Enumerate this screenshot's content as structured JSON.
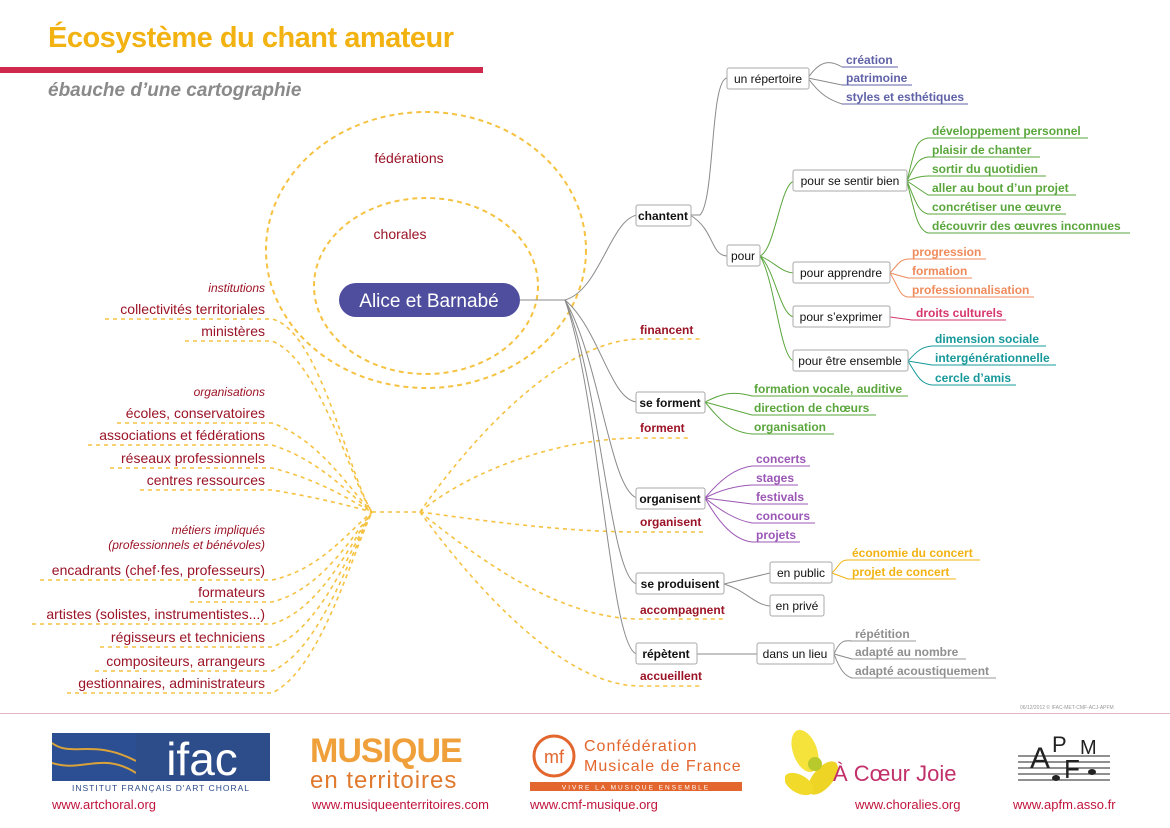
{
  "header": {
    "title": "Écosystème du chant amateur",
    "subtitle": "ébauche d’une cartographie",
    "credit": "06/12/2012 © IFAC-MET-CMF-ACJ-APFM"
  },
  "colors": {
    "title": "#f2b312",
    "title_bar": "#d0294e",
    "subtitle": "#8a8a8a",
    "dark_red": "#9b1326",
    "dashed": "#f5c242",
    "center_node": "#4f4e9e",
    "blue": "#6062a8",
    "green": "#5aa63c",
    "orange": "#ef8b5b",
    "pink": "#d6366b",
    "teal": "#17989a",
    "purple": "#9b57b5",
    "gold": "#f2b312",
    "grey": "#8f8f8f"
  },
  "center": {
    "label": "Alice et Barnabé"
  },
  "circles": {
    "outer": "fédérations",
    "inner": "chorales"
  },
  "left_groups": [
    {
      "heading": "institutions",
      "items": [
        "collectivités territoriales",
        "ministères"
      ]
    },
    {
      "heading": "organisations",
      "items": [
        "écoles, conservatoires",
        "associations et fédérations",
        "réseaux professionnels",
        "centres ressources"
      ]
    },
    {
      "heading": "métiers impliqués",
      "heading2": "(professionnels et bénévoles)",
      "items": [
        "encadrants (chef·fes, professeurs)",
        "formateurs",
        "artistes (solistes, instrumentistes...)",
        "régisseurs et techniciens",
        "compositeurs, arrangeurs",
        "gestionnaires, administrateurs"
      ]
    }
  ],
  "relations": [
    "financent",
    "forment",
    "organisent",
    "accompagnent",
    "accueillent"
  ],
  "branches": {
    "chantent": {
      "label": "chantent",
      "repertoire": {
        "label": "un répertoire",
        "items": [
          "création",
          "patrimoine",
          "styles et esthétiques"
        ]
      },
      "pour": {
        "label": "pour",
        "sentir_bien": {
          "label": "pour se sentir bien",
          "items": [
            "développement personnel",
            "plaisir de chanter",
            "sortir du quotidien",
            "aller au bout d’un projet",
            "concrétiser une œuvre",
            "découvrir des œuvres inconnues"
          ]
        },
        "apprendre": {
          "label": "pour apprendre",
          "items": [
            "progression",
            "formation",
            "professionnalisation"
          ]
        },
        "exprimer": {
          "label": "pour s’exprimer",
          "items": [
            "droits culturels"
          ]
        },
        "ensemble": {
          "label": "pour être ensemble",
          "items": [
            "dimension sociale",
            "intergénérationnelle",
            "cercle d’amis"
          ]
        }
      }
    },
    "se_forment": {
      "label": "se forment",
      "items": [
        "formation vocale, auditive",
        "direction de chœurs",
        "organisation"
      ]
    },
    "organisent": {
      "label": "organisent",
      "items": [
        "concerts",
        "stages",
        "festivals",
        "concours",
        "projets"
      ]
    },
    "se_produisent": {
      "label": "se produisent",
      "public": {
        "label": "en public",
        "items": [
          "économie du concert",
          "projet de concert"
        ]
      },
      "prive": {
        "label": "en privé"
      }
    },
    "repetent": {
      "label": "répètent",
      "lieu": {
        "label": "dans un lieu",
        "items": [
          "répétition",
          "adapté au nombre",
          "adapté acoustiquement"
        ]
      }
    }
  },
  "footer": {
    "logos": [
      {
        "name": "ifac",
        "text": "ifac",
        "subtext": "INSTITUT FRANÇAIS D'ART CHORAL",
        "url": "www.artchoral.org"
      },
      {
        "name": "musique-en-territoires",
        "text": "MUSIQUE",
        "subtext": "en territoires",
        "url": "www.musiqueenterritoires.com"
      },
      {
        "name": "cmf",
        "text": "Confédération",
        "subtext": "Musicale de France",
        "tagline": "VIVRE LA MUSIQUE ENSEMBLE",
        "url": "www.cmf-musique.org"
      },
      {
        "name": "a-coeur-joie",
        "text": "À Cœur Joie",
        "url": "www.choralies.org"
      },
      {
        "name": "apfm",
        "text": "APFM",
        "url": "www.apfm.asso.fr"
      }
    ]
  }
}
